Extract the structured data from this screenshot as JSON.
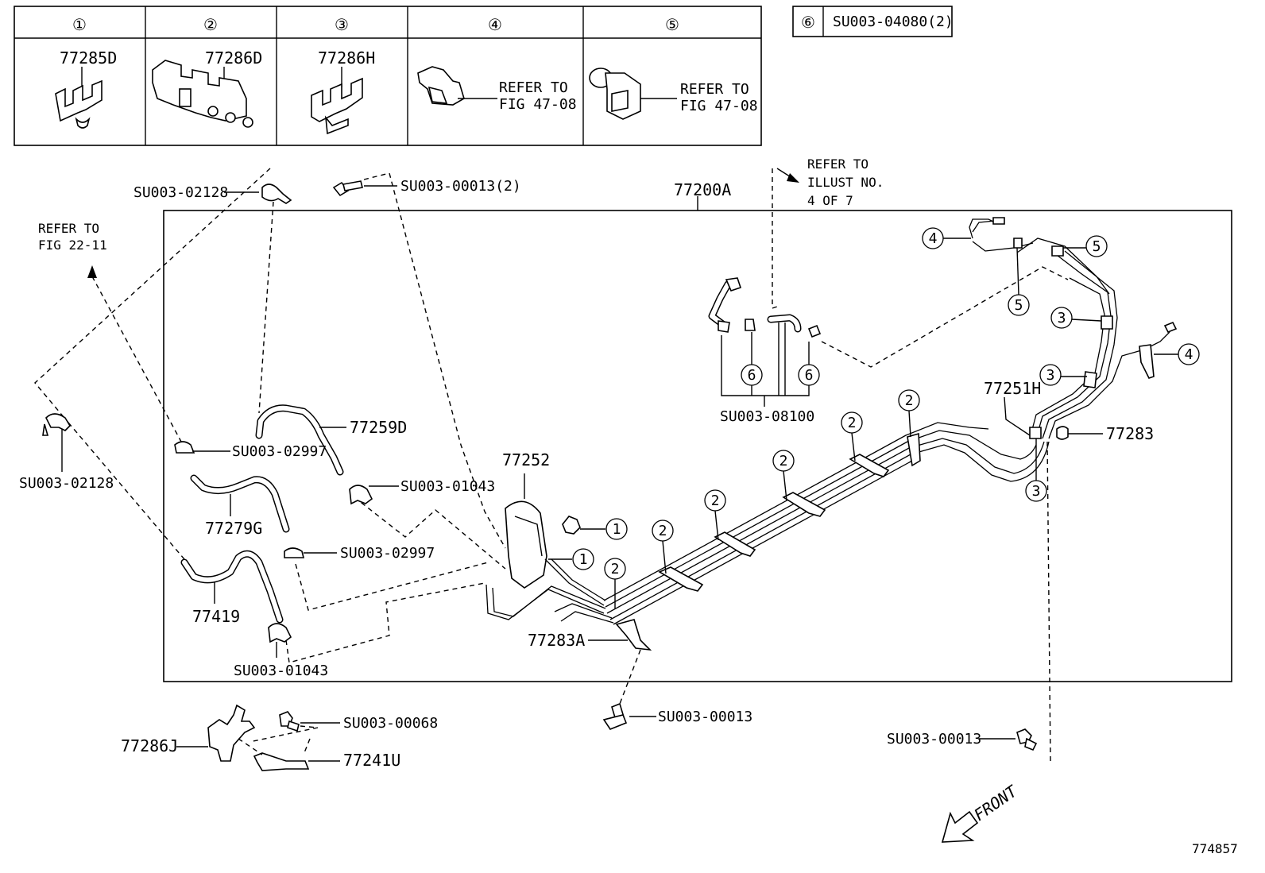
{
  "legend": {
    "items": [
      {
        "num": "①",
        "part": "77285D",
        "note": ""
      },
      {
        "num": "②",
        "part": "77286D",
        "note": ""
      },
      {
        "num": "③",
        "part": "77286H",
        "note": ""
      },
      {
        "num": "④",
        "part": "",
        "note_line1": "REFER TO",
        "note_line2": "FIG 47-08"
      },
      {
        "num": "⑤",
        "part": "",
        "note_line1": "REFER TO",
        "note_line2": "FIG 47-08"
      }
    ],
    "item6": {
      "num": "⑥",
      "part": "SU003-04080(2)"
    }
  },
  "labels": {
    "main_assembly": "77200A",
    "refer_illust_1": "REFER TO",
    "refer_illust_2": "ILLUST NO.",
    "refer_illust_3": "4 OF 7",
    "refer_fig2211_1": "REFER TO",
    "refer_fig2211_2": "FIG 22-11",
    "su_02128_top": "SU003-02128",
    "su_00013_2": "SU003-00013(2)",
    "su_02128_left": "SU003-02128",
    "p_77259D": "77259D",
    "su_02997_a": "SU003-02997",
    "su_01043_a": "SU003-01043",
    "p_77279G": "77279G",
    "su_02997_b": "SU003-02997",
    "p_77419": "77419",
    "su_01043_b": "SU003-01043",
    "p_77252": "77252",
    "p_77283A": "77283A",
    "su_08100": "SU003-08100",
    "p_77251H": "77251H",
    "p_77283": "77283",
    "su_00013_mid": "SU003-00013",
    "su_00013_right": "SU003-00013",
    "su_00068": "SU003-00068",
    "p_77286J": "77286J",
    "p_77241U": "77241U",
    "front": "FRONT",
    "figure_id": "774857"
  },
  "callouts": {
    "c1": "1",
    "c2": "2",
    "c3": "3",
    "c4": "4",
    "c5": "5",
    "c6": "6"
  }
}
